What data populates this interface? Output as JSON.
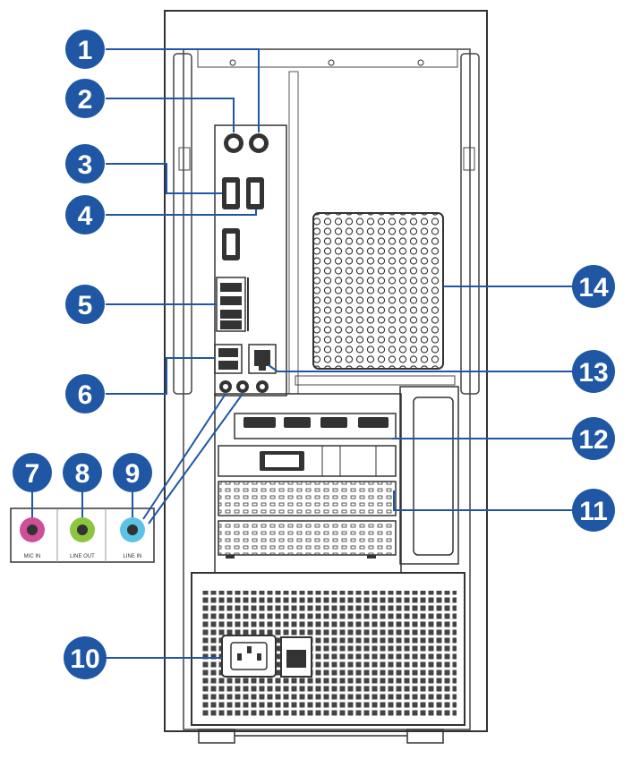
{
  "callouts": [
    "1",
    "2",
    "3",
    "4",
    "5",
    "6",
    "7",
    "8",
    "9",
    "10",
    "11",
    "12",
    "13",
    "14"
  ],
  "audio_jacks": [
    {
      "label": "MIC IN",
      "color": "#d04f9b"
    },
    {
      "label": "LINE OUT",
      "color": "#8cc63f"
    },
    {
      "label": "LINE IN",
      "color": "#5bc3e6"
    }
  ],
  "colors": {
    "callout": "#1f57a4",
    "leader": "#1f57a4",
    "outline": "#333333"
  },
  "icons": [
    "case-outline",
    "ps2-port",
    "hdmi-port",
    "displayport",
    "usb-port",
    "rj45-lan-port",
    "audio-jack",
    "vent-grille",
    "power-socket",
    "power-switch",
    "expansion-slot-bracket"
  ]
}
